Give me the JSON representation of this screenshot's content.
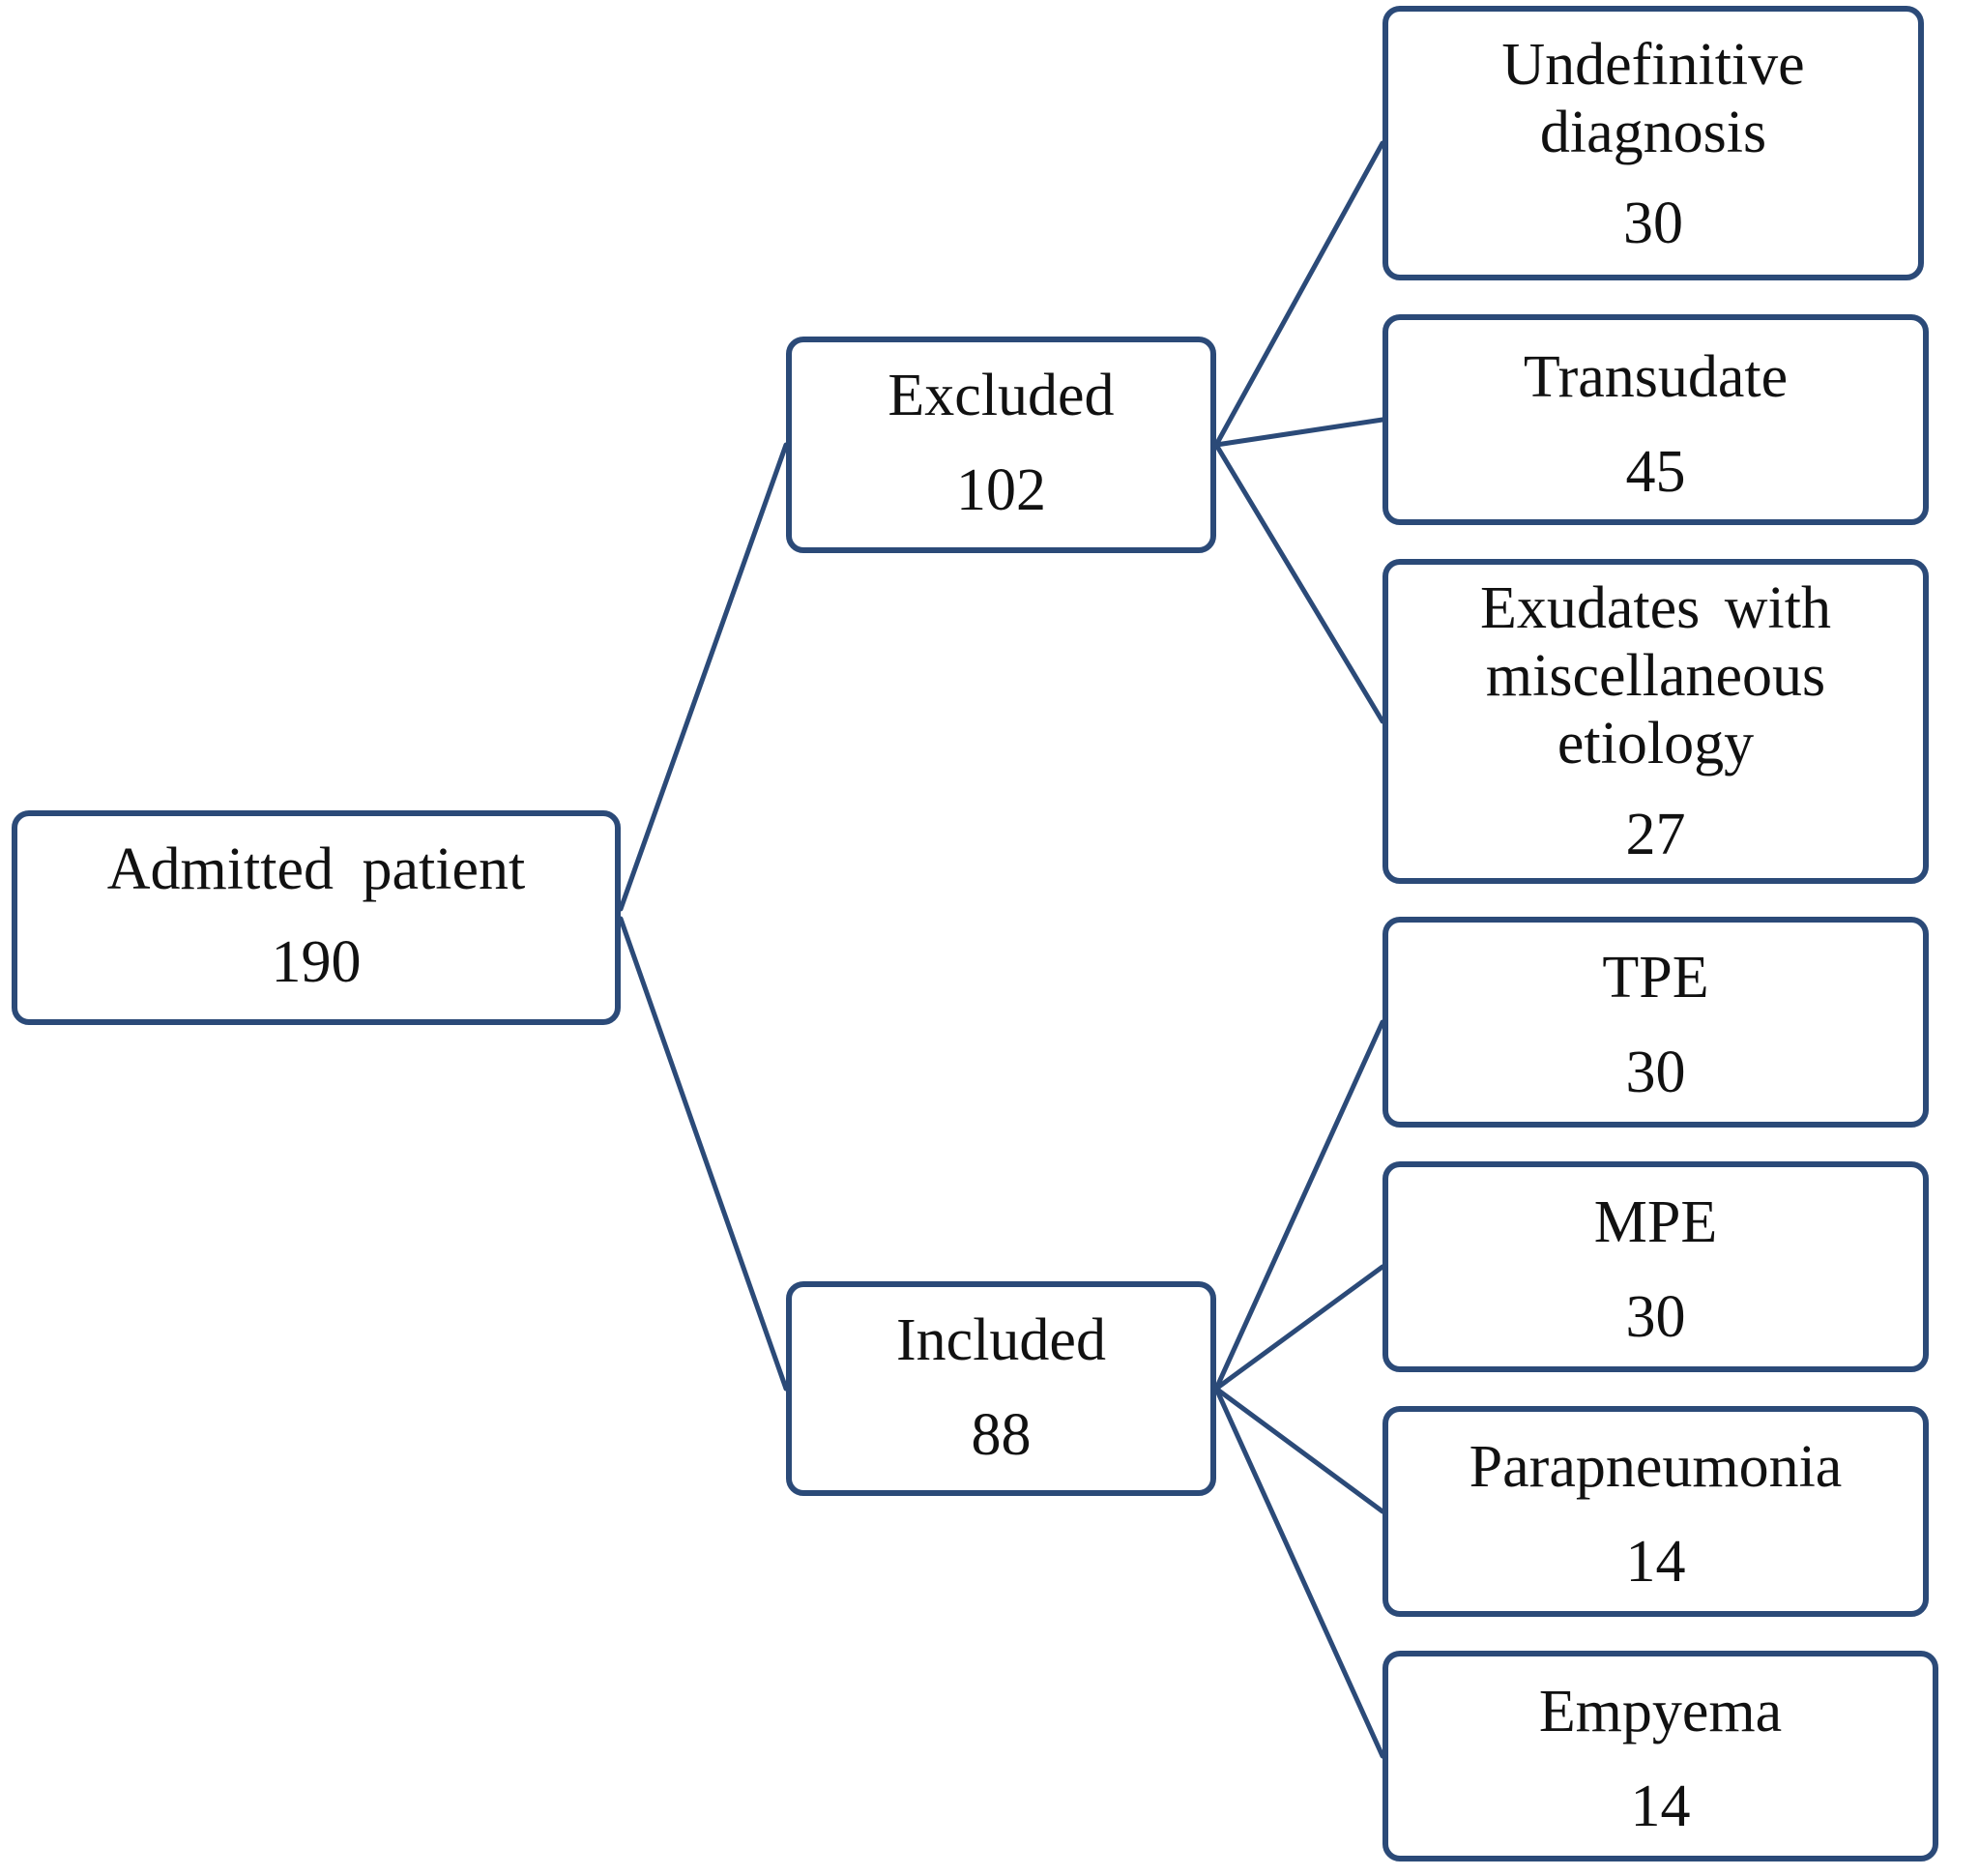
{
  "diagram": {
    "line_color": "#2b4a78",
    "root": {
      "label": "Admitted patient",
      "count": "190"
    },
    "excluded": {
      "label": "Excluded",
      "count": "102",
      "children": [
        {
          "label": "Undefinitive\ndiagnosis",
          "count": "30"
        },
        {
          "label": "Transudate",
          "count": "45"
        },
        {
          "label": "Exudates with\nmiscellaneous\netiology",
          "count": "27"
        }
      ]
    },
    "included": {
      "label": "Included",
      "count": "88",
      "children": [
        {
          "label": "TPE",
          "count": "30"
        },
        {
          "label": "MPE",
          "count": "30"
        },
        {
          "label": "Parapneumonia",
          "count": "14"
        },
        {
          "label": "Empyema",
          "count": "14"
        }
      ]
    }
  }
}
